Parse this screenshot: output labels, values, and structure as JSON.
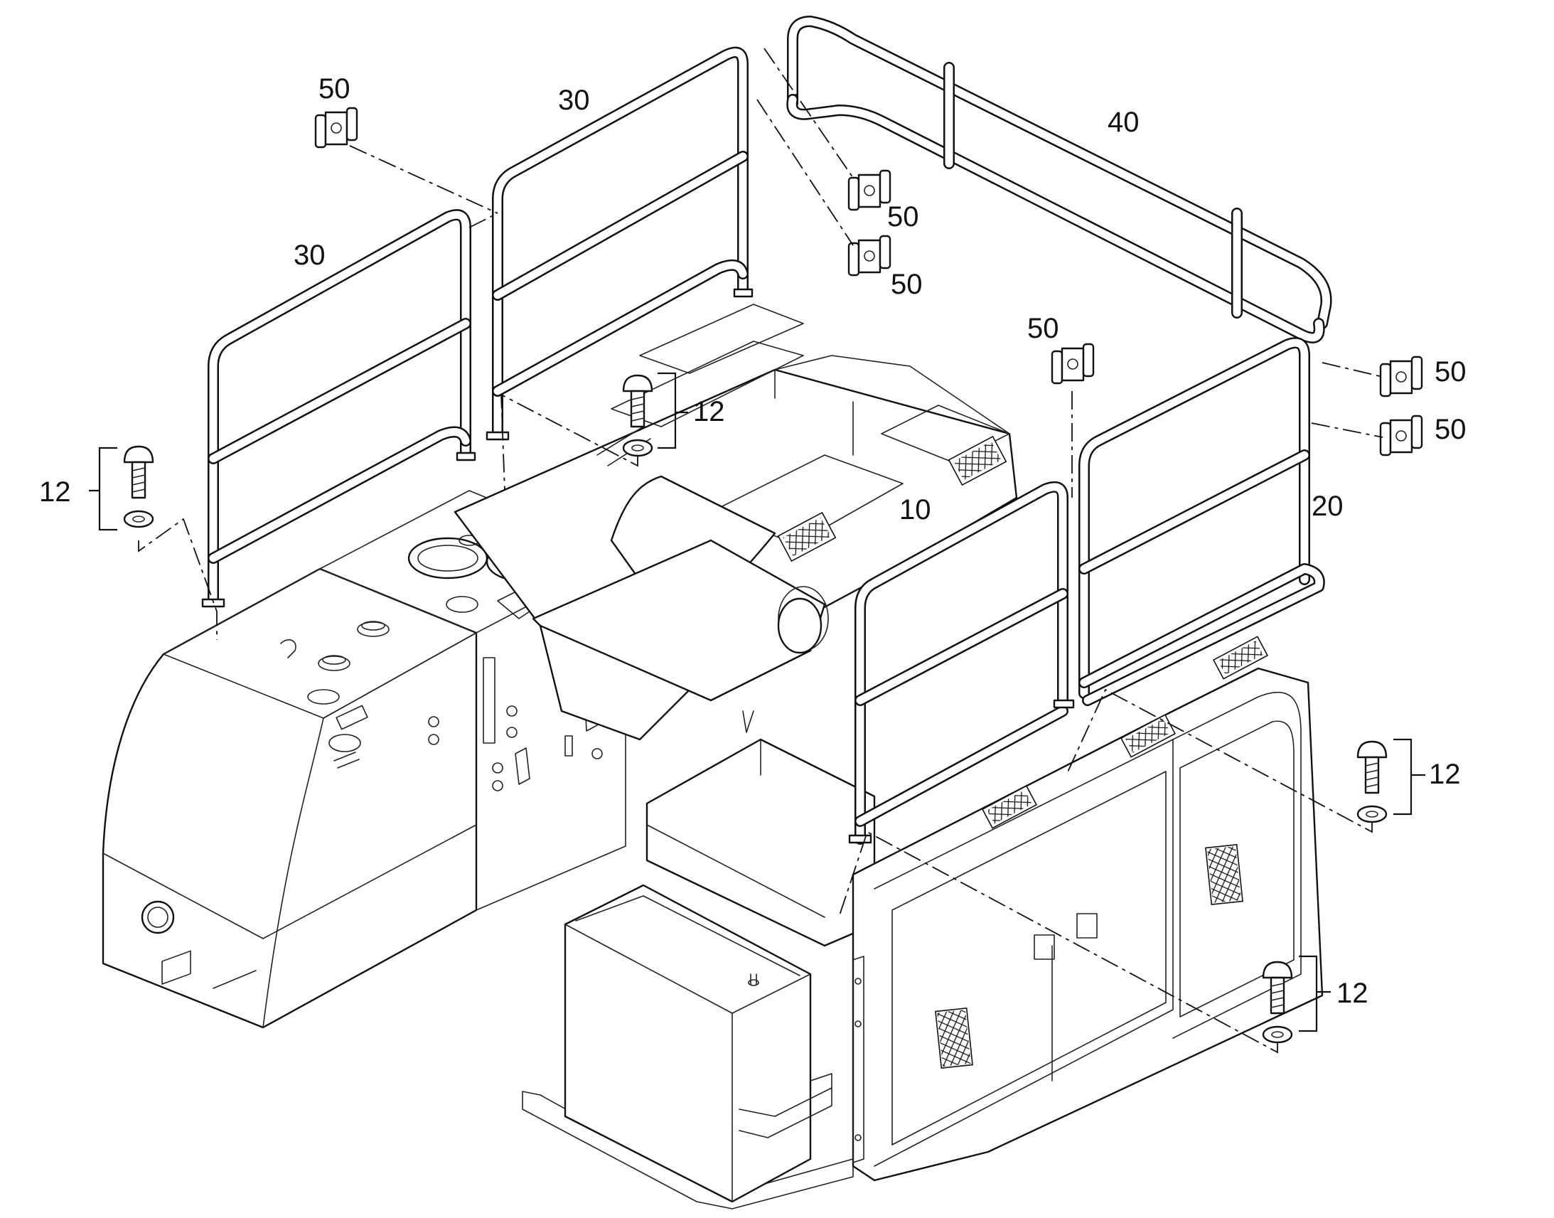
{
  "diagram": {
    "callouts": {
      "rail_front": "10",
      "rail_right": "20",
      "rail_left_front": "30",
      "rail_left_rear": "30",
      "rail_rear": "40",
      "coupler_top_left": "50",
      "coupler_mid_upper": "50",
      "coupler_mid_lower": "50",
      "coupler_center": "50",
      "coupler_right_upper": "50",
      "coupler_right_lower": "50",
      "bolt_left": "12",
      "bolt_top": "12",
      "bolt_right": "12",
      "bolt_bottom": "12"
    }
  }
}
